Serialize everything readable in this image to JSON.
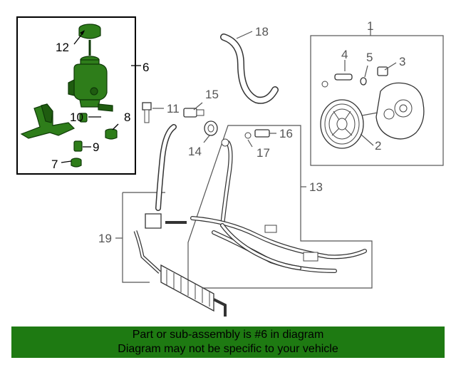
{
  "diagram": {
    "callouts": [
      {
        "id": "1",
        "text": "1"
      },
      {
        "id": "2",
        "text": "2"
      },
      {
        "id": "3",
        "text": "3"
      },
      {
        "id": "4",
        "text": "4"
      },
      {
        "id": "5",
        "text": "5"
      },
      {
        "id": "6",
        "text": "6"
      },
      {
        "id": "7",
        "text": "7"
      },
      {
        "id": "8",
        "text": "8"
      },
      {
        "id": "9",
        "text": "9"
      },
      {
        "id": "10",
        "text": "10"
      },
      {
        "id": "11",
        "text": "11"
      },
      {
        "id": "12",
        "text": "12"
      },
      {
        "id": "13",
        "text": "13"
      },
      {
        "id": "14",
        "text": "14"
      },
      {
        "id": "15",
        "text": "15"
      },
      {
        "id": "16",
        "text": "16"
      },
      {
        "id": "17",
        "text": "17"
      },
      {
        "id": "18",
        "text": "18"
      },
      {
        "id": "19",
        "text": "19"
      }
    ],
    "highlight_color": "#2e7d1a"
  },
  "footer": {
    "line1": "Part or sub-assembly is #6 in diagram",
    "line2": "Diagram may not be specific to your vehicle",
    "background": "#1e7a12"
  }
}
